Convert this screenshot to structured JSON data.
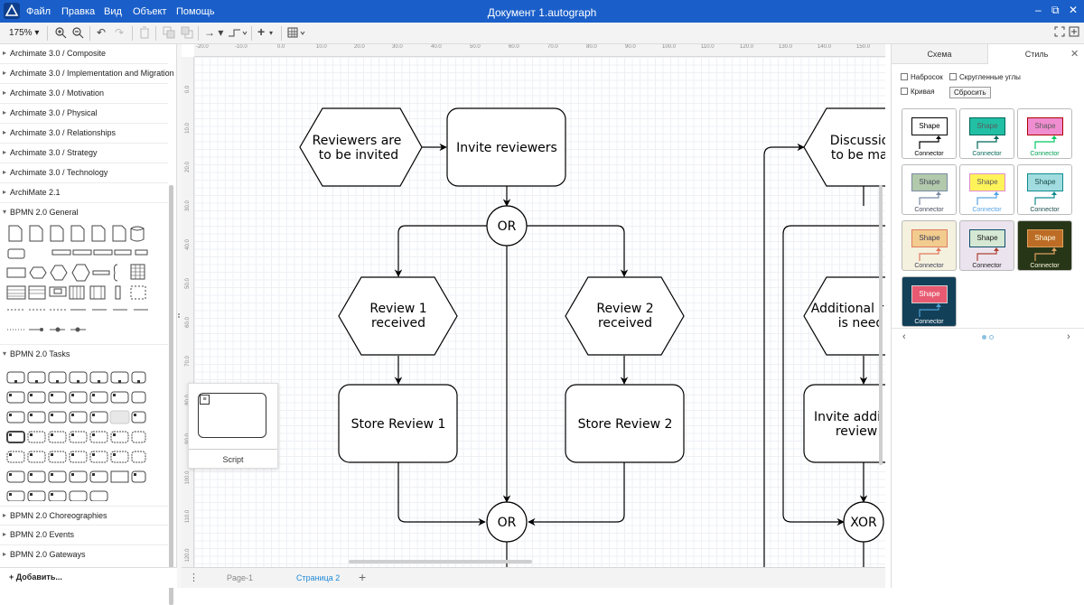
{
  "app": {
    "document_title": "Документ 1.autograph",
    "menu": [
      "Файл",
      "Правка",
      "Вид",
      "Объект",
      "Помощь"
    ],
    "window_controls": [
      "‒",
      "⧉",
      "✕"
    ]
  },
  "toolbar": {
    "zoom": "175%",
    "icons": [
      "zoom-in-icon",
      "zoom-out-icon",
      "undo-icon",
      "redo-icon",
      "delete-icon",
      "to-front-icon",
      "to-back-icon",
      "connection-style-icon",
      "waypoint-style-icon",
      "insert-icon",
      "table-icon",
      "fullscreen-icon",
      "collapse-icon"
    ]
  },
  "sidebar": {
    "libraries": [
      {
        "label": "Archimate 3.0 / Composite",
        "expanded": false
      },
      {
        "label": "Archimate 3.0 / Implementation and Migration",
        "expanded": false
      },
      {
        "label": "Archimate 3.0 / Motivation",
        "expanded": false
      },
      {
        "label": "Archimate 3.0 / Physical",
        "expanded": false
      },
      {
        "label": "Archimate 3.0 / Relationships",
        "expanded": false
      },
      {
        "label": "Archimate 3.0 / Strategy",
        "expanded": false
      },
      {
        "label": "Archimate 3.0 / Technology",
        "expanded": false
      },
      {
        "label": "ArchiMate 2.1",
        "expanded": false
      },
      {
        "label": "BPMN 2.0 General",
        "expanded": true
      },
      {
        "label": "BPMN 2.0 Tasks",
        "expanded": true
      },
      {
        "label": "BPMN 2.0 Choreographies",
        "expanded": false
      },
      {
        "label": "BPMN 2.0 Events",
        "expanded": false
      },
      {
        "label": "BPMN 2.0 Gateways",
        "expanded": false
      }
    ],
    "add_more": "+ Добавить..."
  },
  "canvas": {
    "ruler_h": [
      "-20.0",
      "-10.0",
      "0.0",
      "10.0",
      "20.0",
      "30.0",
      "40.0",
      "50.0",
      "60.0",
      "70.0",
      "80.0",
      "90.0",
      "100.0",
      "110.0",
      "120.0",
      "130.0",
      "140.0",
      "150.0"
    ],
    "ruler_v": [
      "0.0",
      "10.0",
      "20.0",
      "30.0",
      "40.0",
      "50.0",
      "60.0",
      "70.0",
      "80.0",
      "90.0",
      "100.0",
      "110.0",
      "120.0"
    ],
    "nodes": {
      "reviewers_invited": [
        "Reviewers are",
        "to be invited"
      ],
      "invite_reviewers": "Invite reviewers",
      "or_top": "OR",
      "review1_received": [
        "Review 1",
        "received"
      ],
      "review2_received": [
        "Review 2",
        "received"
      ],
      "store_review1": "Store Review 1",
      "store_review2": "Store Review 2",
      "or_bottom": "OR",
      "discussion": [
        "Discussion",
        "to be made"
      ],
      "additional_needed": [
        "Additional r",
        "is need"
      ],
      "invite_additional": [
        "Invite addi",
        "review"
      ],
      "xor": "XOR"
    }
  },
  "popup": {
    "label": "Script"
  },
  "pages": {
    "tabs": [
      "Page-1",
      "Страница 2"
    ],
    "active": 1
  },
  "panel": {
    "tabs": [
      "Схема",
      "Стиль"
    ],
    "active_tab": 1,
    "options": {
      "sketch": "Набросок",
      "rounded": "Скругленные углы",
      "curved": "Кривая",
      "reset": "Сбросить"
    },
    "styles": [
      {
        "label": "Shape",
        "connector": "Connector",
        "fill": "#ffffff",
        "stroke": "#000000",
        "font": "#000000",
        "line": "#000000",
        "bg": "#ffffff",
        "conn_color": "#000000"
      },
      {
        "label": "Shape",
        "connector": "Connector",
        "fill": "#21c0a5",
        "stroke": "#006658",
        "font": "#5c5c5c",
        "line": "#006658",
        "bg": "#ffffff",
        "conn_color": "#006658"
      },
      {
        "label": "Shape",
        "connector": "Connector",
        "fill": "#f08cd0",
        "stroke": "#b20000",
        "font": "#5c5c5c",
        "line": "#00c760",
        "bg": "#ffffff",
        "conn_color": "#00a050"
      },
      {
        "label": "Shape",
        "connector": "Connector",
        "fill": "#b2c9ab",
        "stroke": "#788aa3",
        "font": "#46495d",
        "line": "#788aa3",
        "bg": "#ffffff",
        "conn_color": "#46495d"
      },
      {
        "label": "Shape",
        "connector": "Connector",
        "fill": "#fff35a",
        "stroke": "#e08cd0",
        "font": "#5c5c5c",
        "line": "#56a3e4",
        "bg": "#ffffff",
        "conn_color": "#56a3e4"
      },
      {
        "label": "Shape",
        "connector": "Connector",
        "fill": "#a1dde0",
        "stroke": "#0f8b8d",
        "font": "#1b4d4e",
        "line": "#0f8b8d",
        "bg": "#ffffff",
        "conn_color": "#1b4d4e"
      },
      {
        "label": "Shape",
        "connector": "Connector",
        "fill": "#f2cc8f",
        "stroke": "#e07a5f",
        "font": "#393c56",
        "line": "#e07a5f",
        "bg": "#f4f1de",
        "conn_color": "#393c56"
      },
      {
        "label": "Shape",
        "connector": "Connector",
        "fill": "#d5e8d4",
        "stroke": "#0b4d6a",
        "font": "#1a1a1a",
        "line": "#ae4132",
        "bg": "#ebe4ee",
        "conn_color": "#1a1a1a"
      },
      {
        "label": "Shape",
        "connector": "Connector",
        "fill": "#bc6c25",
        "stroke": "#dda15e",
        "font": "#fefae0",
        "line": "#dda15e",
        "bg": "#283618",
        "conn_color": "#fefae0"
      },
      {
        "label": "Shape",
        "connector": "Connector",
        "fill": "#e85a71",
        "stroke": "#d0cfcf",
        "font": "#fefefe",
        "line": "#4ea1d3",
        "bg": "#134059",
        "conn_color": "#fefefe"
      }
    ]
  }
}
